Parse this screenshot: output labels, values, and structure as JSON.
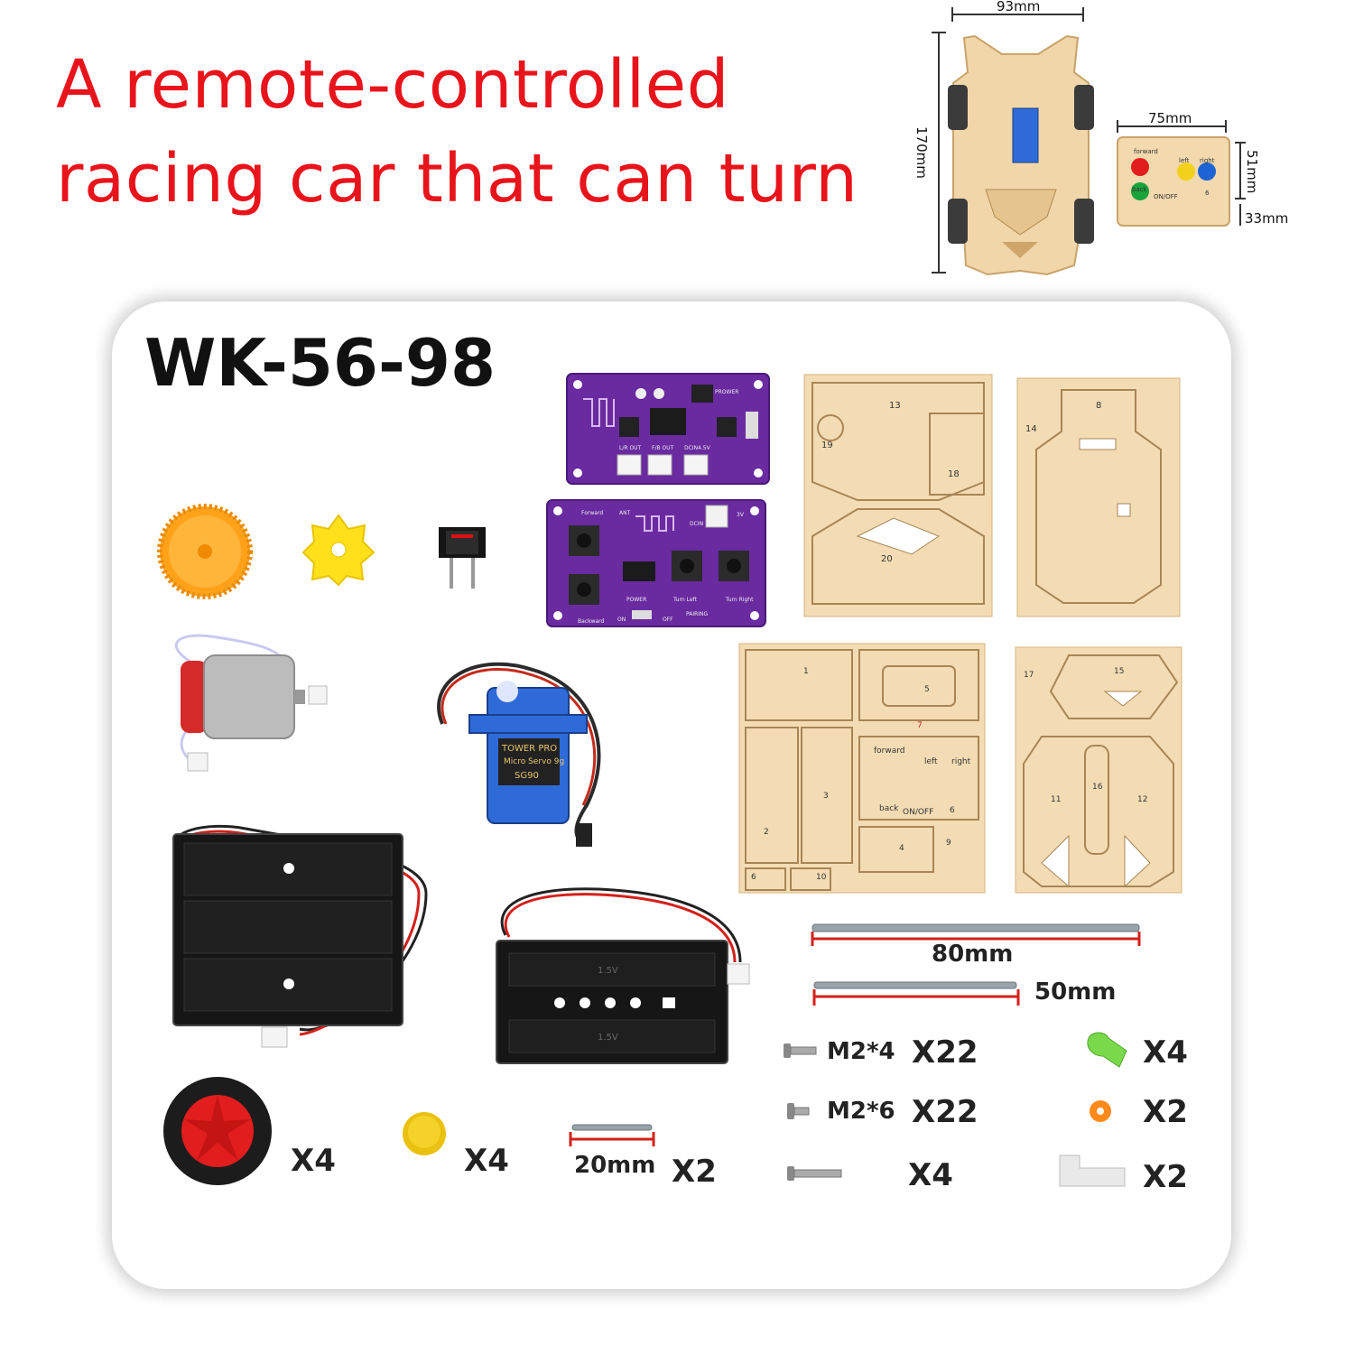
{
  "header": {
    "headline_line1": "A remote-controlled",
    "headline_line2": "racing car that can turn"
  },
  "dimensions": {
    "car_width": "93mm",
    "car_length": "170mm",
    "remote_width": "75mm",
    "remote_height": "51mm",
    "remote_depth": "33mm"
  },
  "kit": {
    "model": "WK-56-98",
    "rod_long": "80mm",
    "rod_medium": "50mm",
    "rod_short": "20mm",
    "screw_m2x4_label": "M2*4",
    "screw_m2x6_label": "M2*6",
    "qty_wheels": "X4",
    "qty_caps": "X4",
    "qty_rod_short": "X2",
    "qty_m2x4": "X22",
    "qty_m2x6": "X22",
    "qty_long_screw": "X4",
    "qty_green_connector": "X4",
    "qty_orange_ring": "X2",
    "qty_white_bracket": "X2"
  },
  "boards": {
    "receiver_power": "PROWER",
    "receiver_lr_out": "L/R OUT",
    "receiver_fb_out": "F/B OUT",
    "receiver_dcin": "DCIN4.5V",
    "remote_forward": "Forward",
    "remote_backward": "Backward",
    "remote_ant": "ANT",
    "remote_dcin": "DCIN",
    "remote_3v": "3V",
    "remote_power": "POWER",
    "remote_turn_left": "Turn Left",
    "remote_turn_right": "Turn Right",
    "remote_pairing": "PAIRING",
    "remote_on": "ON",
    "remote_off": "OFF"
  },
  "remote_box": {
    "forward": "forward",
    "left": "left",
    "right": "right",
    "back": "back",
    "onoff": "ON/OFF",
    "six": "6"
  },
  "servo": {
    "brand": "TOWER PRO",
    "model_line": "Micro Servo 9g",
    "model": "SG90"
  },
  "battery": {
    "cell_label": "1.5V"
  },
  "panels": {
    "p1": "1",
    "p2": "2",
    "p3": "3",
    "p4": "4",
    "p5": "5",
    "p6": "6",
    "p7": "7",
    "p8": "8",
    "p10": "10",
    "p11": "11",
    "p12": "12",
    "p13": "13",
    "p14": "14",
    "p15": "15",
    "p16": "16",
    "p17": "17",
    "p18": "18",
    "p19": "19",
    "p20": "20",
    "p9": "9"
  },
  "colors": {
    "headline": "#e8141b",
    "board_purple": "#6a2aa0",
    "wood": "#f3dcb4",
    "gear_orange": "#ffa21a",
    "gear_yellow": "#ffe01a",
    "wheel_red": "#e11d1d",
    "servo_blue": "#2f6bd8"
  }
}
